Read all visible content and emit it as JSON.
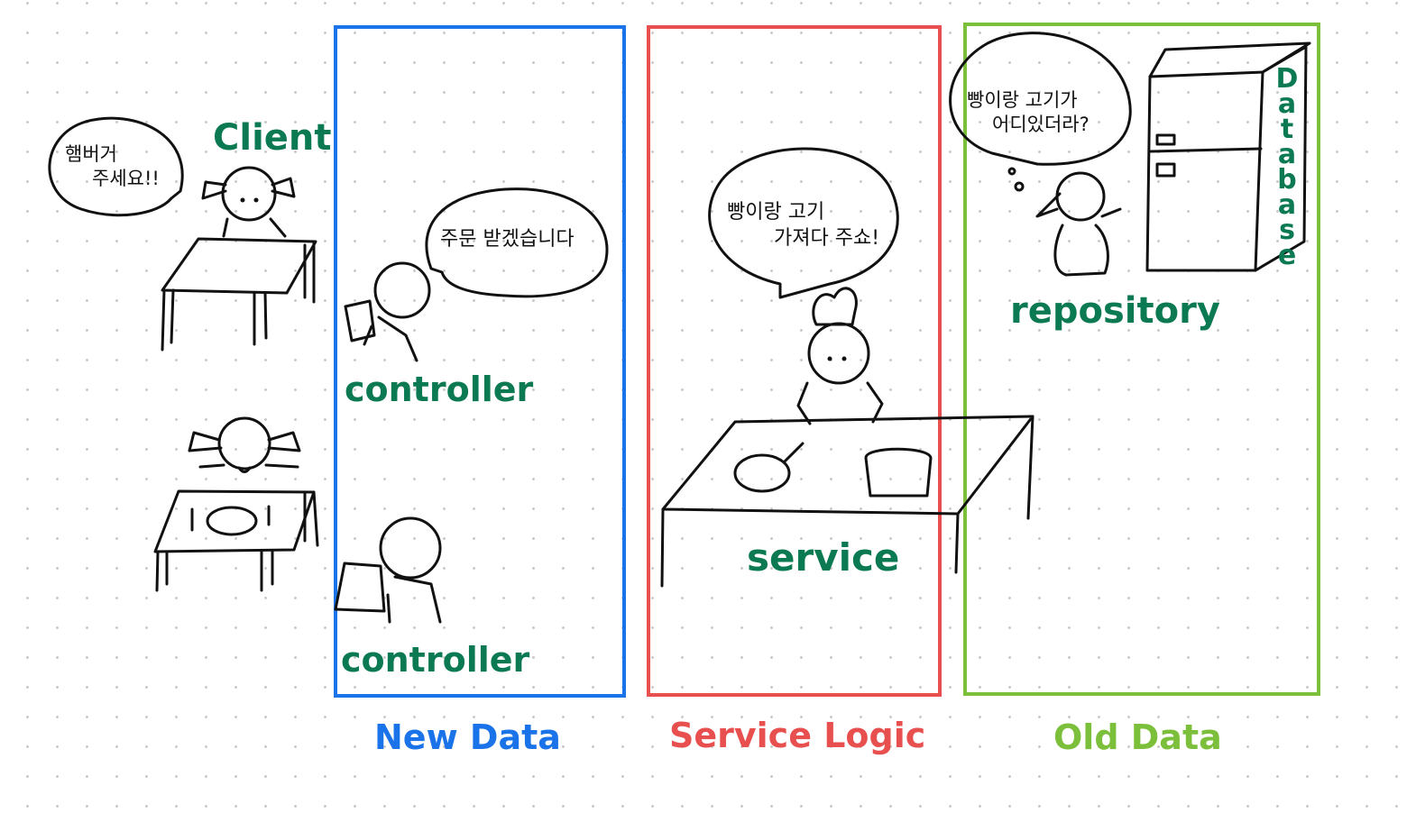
{
  "colors": {
    "new_data": "#1a73e8",
    "service_logic": "#e8504f",
    "old_data": "#7cbf3b",
    "role_label": "#0b7a52"
  },
  "client": {
    "label": "Client",
    "bubble_line1": "햄버거",
    "bubble_line2": "주세요!!"
  },
  "new_data": {
    "caption": "New Data",
    "controller_top": {
      "label": "controller",
      "bubble": "주문 받겠습니다"
    },
    "controller_bottom": {
      "label": "controller"
    }
  },
  "service_logic": {
    "caption": "Service Logic",
    "label": "service",
    "bubble_line1": "빵이랑 고기",
    "bubble_line2": "가져다 주쇼!"
  },
  "old_data": {
    "caption": "Old Data",
    "label": "repository",
    "bubble_line1": "빵이랑 고기가",
    "bubble_line2": "어디있더라?",
    "database_label": "Database"
  }
}
